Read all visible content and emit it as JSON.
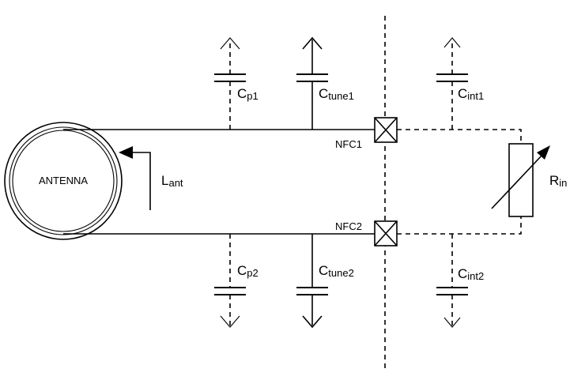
{
  "antenna": {
    "label": "ANTENNA"
  },
  "inductor": {
    "main": "L",
    "sub": "ant"
  },
  "pins": {
    "top": "NFC1",
    "bottom": "NFC2"
  },
  "capacitors": {
    "cp1": {
      "main": "C",
      "sub": "p1"
    },
    "ctune1": {
      "main": "C",
      "sub": "tune1"
    },
    "cint1": {
      "main": "C",
      "sub": "int1"
    },
    "cp2": {
      "main": "C",
      "sub": "p2"
    },
    "ctune2": {
      "main": "C",
      "sub": "tune2"
    },
    "cint2": {
      "main": "C",
      "sub": "int2"
    }
  },
  "resistor": {
    "main": "R",
    "sub": "in"
  }
}
